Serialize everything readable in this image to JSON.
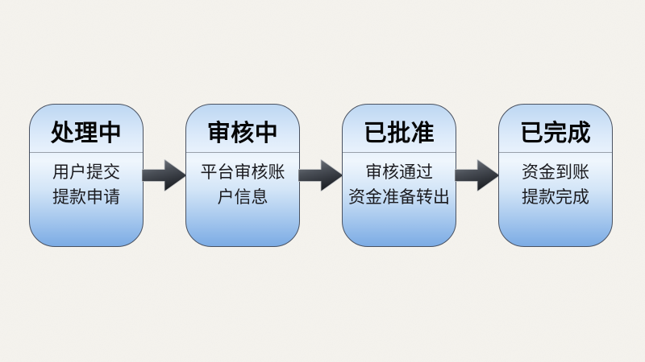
{
  "canvas": {
    "background_color": "#f5f3ee",
    "description": "withdrawal process flowchart slide"
  },
  "flow": {
    "steps": [
      {
        "title": "处理中",
        "lines": [
          "用户提交",
          "提款申请"
        ]
      },
      {
        "title": "审核中",
        "lines": [
          "平台审核账",
          "户信息"
        ]
      },
      {
        "title": "已批准",
        "lines": [
          "审核通过",
          "资金准备转出"
        ]
      },
      {
        "title": "已完成",
        "lines": [
          "资金到账",
          "提款完成"
        ]
      }
    ],
    "arrow_count": 3,
    "colors": {
      "card_gradient_top": "#bdd7f2",
      "card_gradient_mid": "#eff6fd",
      "card_gradient_bottom": "#7babe4",
      "card_border": "#4a5261",
      "divider": "#98a0aa",
      "arrow_light": "#82888f",
      "arrow_dark": "#1d2025",
      "title_text": "#050505",
      "body_text": "#1b1b1f"
    }
  }
}
